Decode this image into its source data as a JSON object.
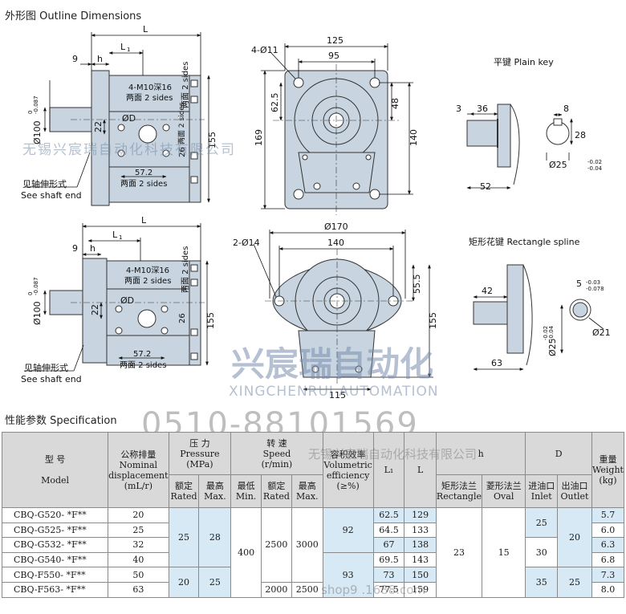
{
  "headings": {
    "outline": "外形图   Outline Dimensions",
    "spec": "性能参数   Specification"
  },
  "drawing": {
    "L": "L",
    "L1": "L",
    "L1_sub": "1",
    "d9": "9",
    "h": "h",
    "phi100": "Ø100",
    "tol_upper": "0",
    "tol_lower": "-0.087",
    "d22": "22",
    "phiD": "ØD",
    "m10": "4-M10深16",
    "two_sides_cn": "两面 2 sides",
    "d26": "26",
    "d57": "57.2",
    "d155": "155",
    "see_shaft_cn": "见轴伸形式",
    "see_shaft_en": "See shaft end",
    "holes4": "4-Ø11",
    "d125": "125",
    "d95": "95",
    "d62": "62.5",
    "d48": "48",
    "d169": "169",
    "d140": "140",
    "holes2": "2-Ø14",
    "d170": "Ø170",
    "d55": "55.5",
    "d115": "115",
    "plain_key": "平键   Plain key",
    "d3": "3",
    "d36": "36",
    "d8": "8",
    "d28": "28",
    "phi25": "Ø25",
    "t_upper": "-0.02",
    "t_lower": "-0.04",
    "d52": "52",
    "spline": "矩形花键   Rectangle spline",
    "d42": "42",
    "d5": "5",
    "s_upper": "-0.03",
    "s_lower": "-0.078",
    "phi21": "Ø21",
    "d63": "63"
  },
  "watermarks": {
    "company_top": "无锡兴宸瑞自动化科技有限公司",
    "brand_cn": "兴宸瑞自动化",
    "brand_en": "XINGCHENRUI AUTOMATION",
    "phone": "0510-88101569",
    "company_table": "无锡兴宸瑞自动化科技有限公司",
    "shop": "shop9        .1688.com"
  },
  "colors": {
    "pump_body": "#c8d5e0",
    "pump_stroke": "#333333",
    "table_header": "#d9d9d9",
    "table_blue": "#d6e9f4",
    "watermark": "#8aa0bf"
  },
  "spec": {
    "headers": {
      "model_cn": "型 号",
      "model_en": "Model",
      "disp_cn": "公称排量",
      "disp_en1": "Nominal",
      "disp_en2": "displacement",
      "disp_unit": "(mL/r)",
      "pressure_cn": "压 力",
      "pressure_en": "Pressure",
      "pressure_unit": "(MPa)",
      "speed_cn": "转 速",
      "speed_en": "Speed",
      "speed_unit": "(r/min)",
      "eff_cn": "容积效率",
      "eff_en1": "Volumetric",
      "eff_en2": "efficiency",
      "eff_unit": "(≥%)",
      "L1": "L₁",
      "L": "L",
      "h": "h",
      "D": "D",
      "weight_cn": "重量",
      "weight_en": "Weight",
      "weight_unit": "(kg)",
      "rated_cn": "额定",
      "rated_en": "Rated",
      "max_cn": "最高",
      "max_en": "Max.",
      "min_cn": "最低",
      "min_en": "Min.",
      "rect_cn": "矩形法兰",
      "rect_en": "Rectangle",
      "oval_cn": "菱形法兰",
      "oval_en": "Oval",
      "inlet_cn": "进油口",
      "inlet_en": "Inlet",
      "outlet_cn": "出油口",
      "outlet_en": "Outlet"
    },
    "rows": [
      {
        "model": "CBQ-G520- *F**",
        "disp": "20",
        "L1": "62.5",
        "L": "129",
        "weight": "5.7"
      },
      {
        "model": "CBQ-G525- *F**",
        "disp": "25",
        "L1": "64.5",
        "L": "133",
        "weight": "6.0"
      },
      {
        "model": "CBQ-G532- *F**",
        "disp": "32",
        "L1": "67",
        "L": "138",
        "weight": "6.3"
      },
      {
        "model": "CBQ-G540- *F**",
        "disp": "40",
        "L1": "69.5",
        "L": "143",
        "weight": "6.8"
      },
      {
        "model": "CBQ-F550- *F**",
        "disp": "50",
        "L1": "73",
        "L": "150",
        "weight": "7.3"
      },
      {
        "model": "CBQ-F563- *F**",
        "disp": "63",
        "L1": "77.5",
        "L": "159",
        "weight": "8.0"
      }
    ],
    "merged": {
      "p_rated_a": "25",
      "p_max_a": "28",
      "p_rated_b": "20",
      "p_max_b": "25",
      "s_min": "400",
      "s_rated_a": "2500",
      "s_max_a": "3000",
      "s_rated_b": "2000",
      "s_max_b": "2500",
      "eff_a": "92",
      "eff_b": "93",
      "h_rect": "23",
      "h_oval": "15",
      "inlet_a": "25",
      "inlet_b": "30",
      "inlet_c": "35",
      "outlet_a": "20",
      "outlet_b": "25"
    }
  }
}
